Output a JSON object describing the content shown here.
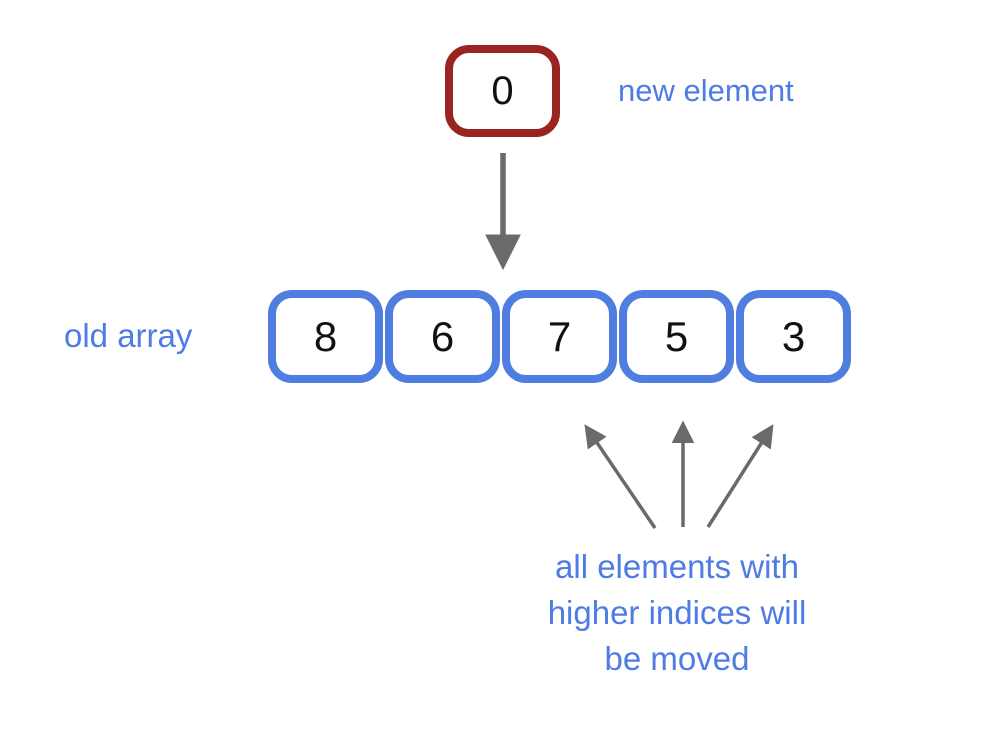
{
  "new_element": {
    "value": "0",
    "label": "new element"
  },
  "old_array": {
    "label": "old array",
    "values": [
      "8",
      "6",
      "7",
      "5",
      "3"
    ]
  },
  "caption": {
    "lines": [
      "all elements with",
      "higher indices will",
      "be moved"
    ]
  },
  "icons": {
    "insert_arrow": "arrow-down",
    "shift_arrow_left": "arrow-up-left",
    "shift_arrow_middle": "arrow-up",
    "shift_arrow_right": "arrow-up-right"
  },
  "colors": {
    "new_element_border": "#9a2420",
    "array_border": "#4f7ee0",
    "label_text": "#4e7be4",
    "arrow": "#6a6a6a",
    "value_text": "#111111",
    "background": "#ffffff"
  }
}
